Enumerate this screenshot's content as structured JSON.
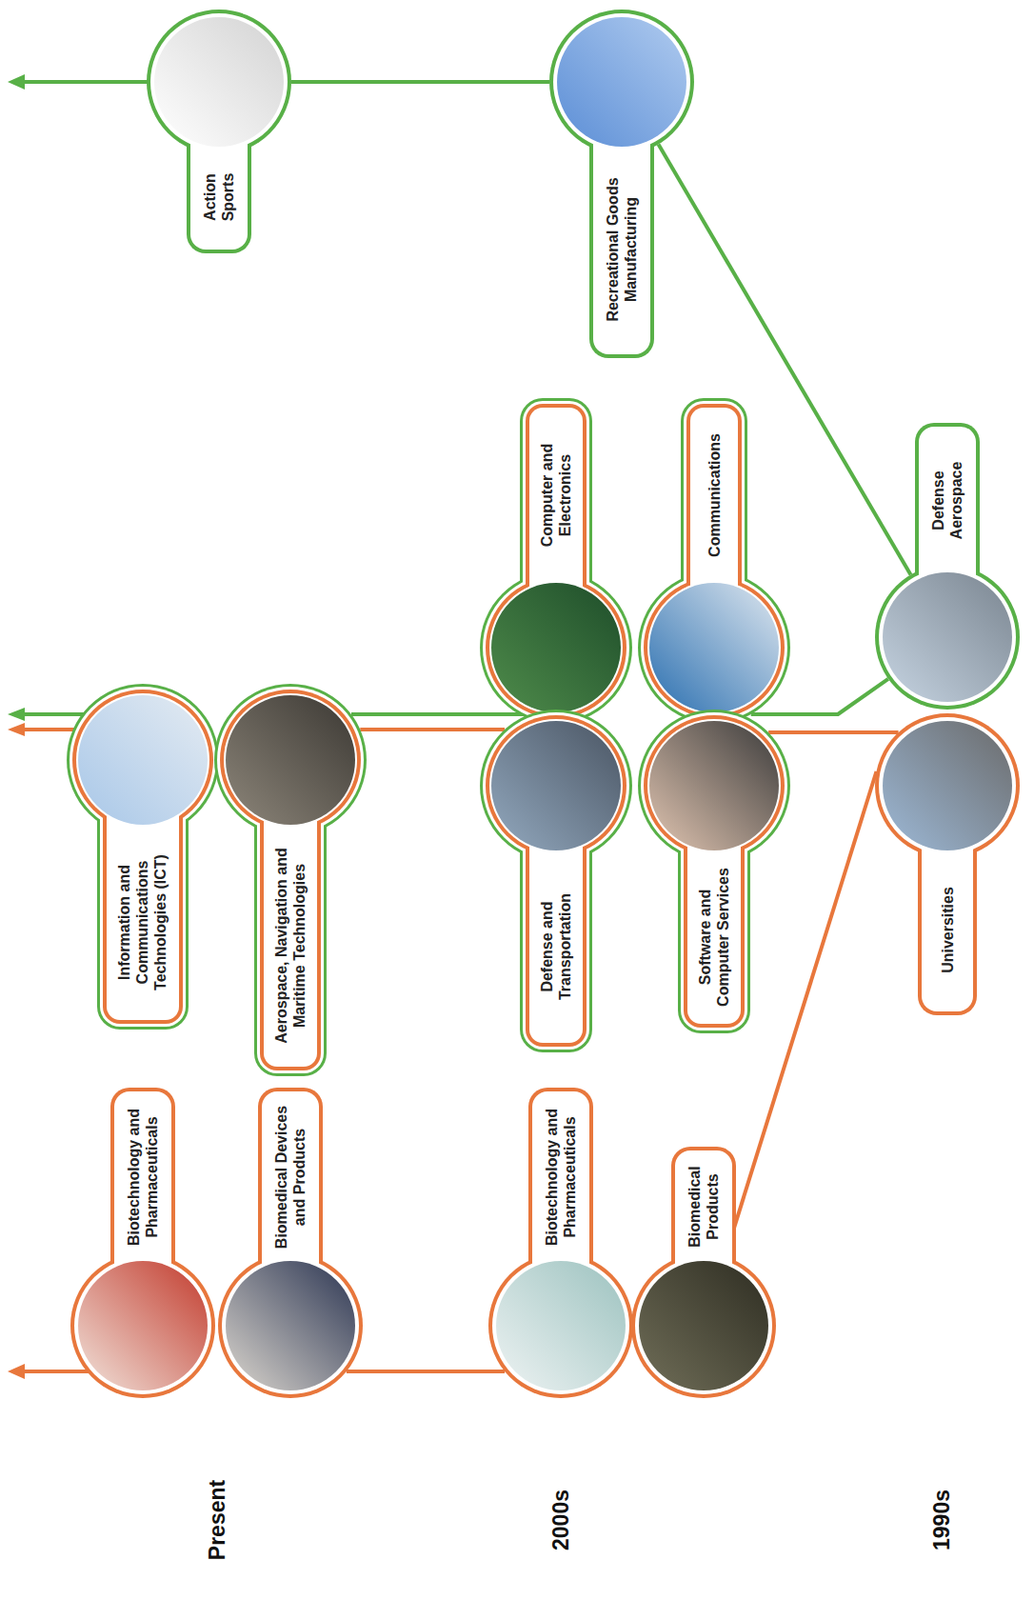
{
  "diagram": {
    "nodes": [
      {
        "text": [
          "Biotechnology and Pharmaceuticals"
        ]
      },
      {
        "text": [
          "Biomedical Devices and Products"
        ]
      },
      {
        "text": [
          "Information and Communications Technologies (ICT)"
        ]
      },
      {
        "text": [
          "Aerospace, Navigation and Maritime Technologies"
        ]
      },
      {
        "text": [
          "Action Sports"
        ]
      },
      {
        "text": [
          "Biotechnology and Pharmaceuticals"
        ]
      },
      {
        "text": [
          "Biomedical Products"
        ]
      },
      {
        "text": [
          "Computer and Electronics"
        ]
      },
      {
        "text": [
          "Defense and Transportation"
        ]
      },
      {
        "text": [
          "Communications"
        ]
      },
      {
        "text": [
          "Software and Computer Services"
        ]
      },
      {
        "text": [
          "Recreational Goods Manufacturing"
        ]
      },
      {
        "text": [
          "Universities"
        ]
      },
      {
        "text": [
          "Defense Aerospace"
        ]
      }
    ],
    "edges": [
      {
        "from": 12,
        "to": 6,
        "arrow": "none"
      },
      {
        "from": 12,
        "to": 10,
        "arrow": "none"
      },
      {
        "from": 13,
        "to": 9,
        "arrow": "none"
      },
      {
        "from": 13,
        "to": 11,
        "arrow": "none"
      },
      {
        "from": 5,
        "to": 1,
        "arrow": "none"
      },
      {
        "from": 8,
        "to": 3,
        "arrow": "none"
      },
      {
        "from": 11,
        "to": 4,
        "arrow": "none"
      }
    ],
    "labels": [
      "Present",
      "2000s",
      "1990s"
    ]
  }
}
